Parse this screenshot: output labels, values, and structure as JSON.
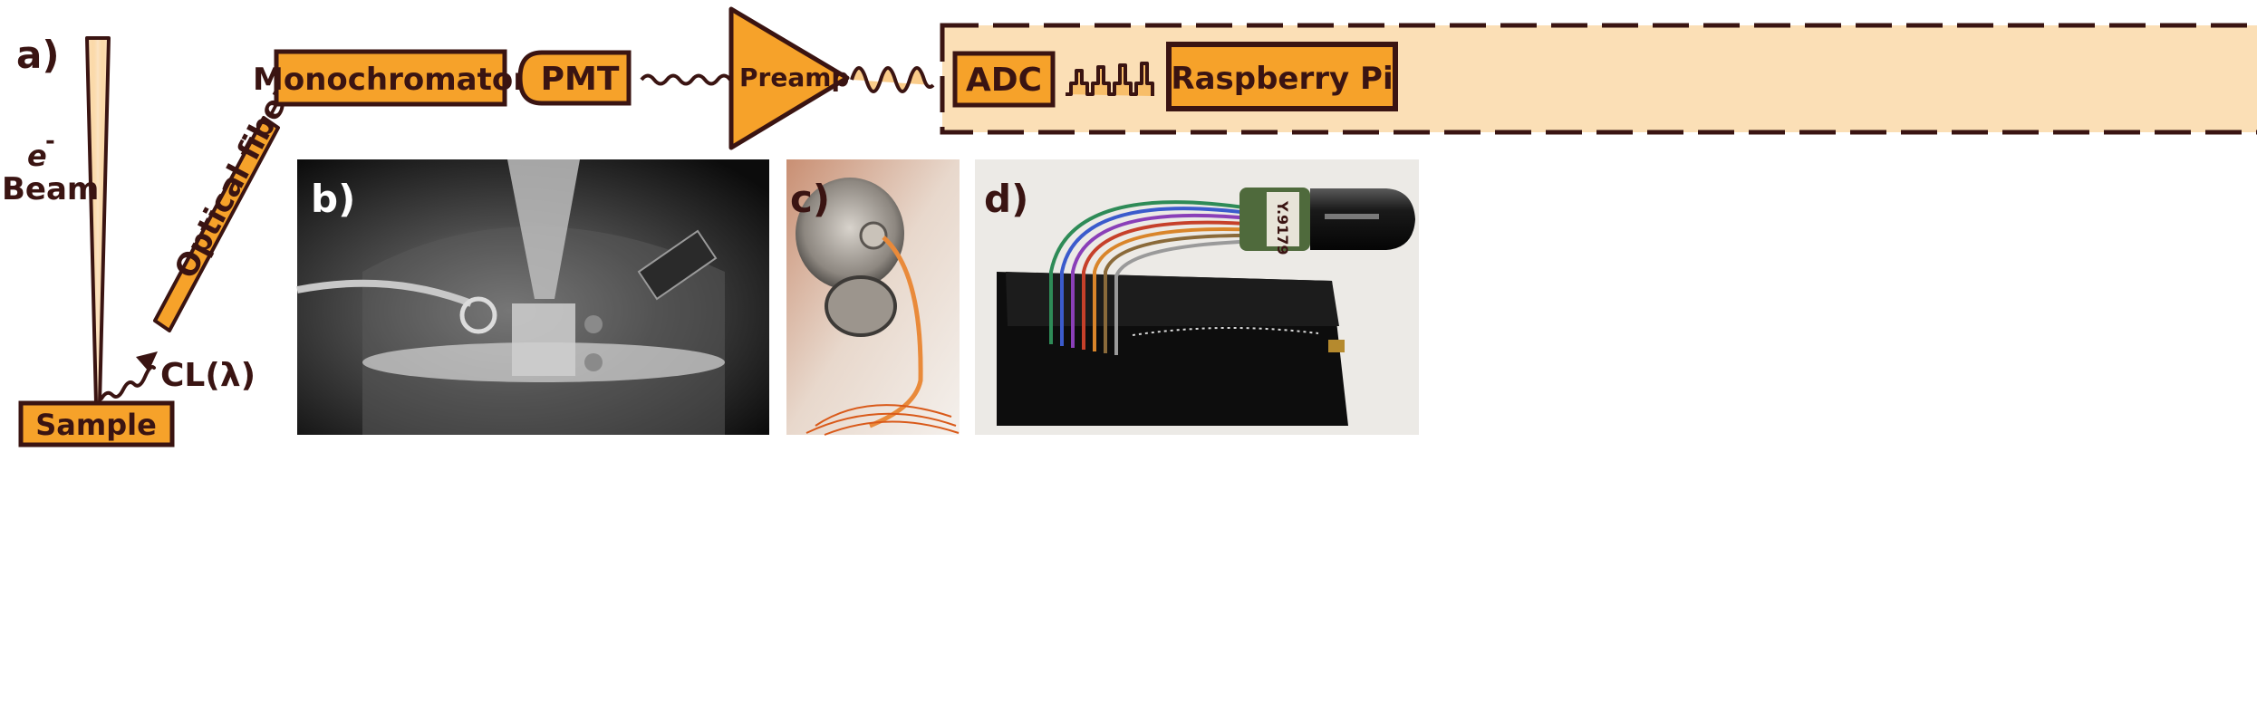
{
  "colors": {
    "orange": "#f6a22a",
    "dark_brown": "#3a1412",
    "light_orange_bg": "#fbdfb6",
    "beam_light": "#fbe4c4"
  },
  "panel_a": {
    "label": "a)",
    "beam_label_e": "e",
    "beam_label_sup": "-",
    "beam_label": "Beam",
    "sample_label": "Sample",
    "cl_label": "CL(λ)",
    "fiber_label": "Optical fiber"
  },
  "chain": {
    "monochromator": "Monochromator",
    "pmt": "PMT",
    "preamp": "Preamp",
    "adc": "ADC",
    "raspberry_pi": "Raspberry Pi"
  },
  "photos": {
    "b_label": "b)",
    "c_label": "c)",
    "d_label": "d)",
    "tube_text": "Y.9179"
  }
}
